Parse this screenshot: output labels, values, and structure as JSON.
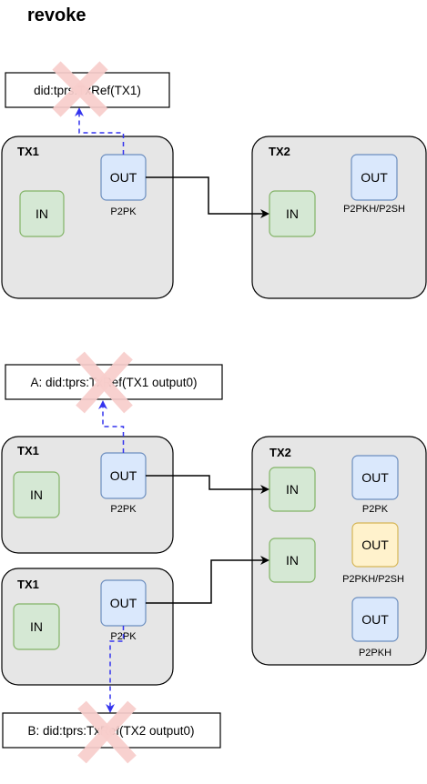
{
  "title": "revoke",
  "top": {
    "ref_label": "did:tprs:TxRef(TX1)",
    "tx1": {
      "label": "TX1",
      "in": "IN",
      "out": "OUT",
      "out_type": "P2PK"
    },
    "tx2": {
      "label": "TX2",
      "in": "IN",
      "out": "OUT",
      "out_type": "P2PKH/P2SH"
    }
  },
  "bottom": {
    "ref_a_label": "A: did:tprs:TxRef(TX1 output0)",
    "ref_b_label": "B: did:tprs:TxRef(TX2 output0)",
    "tx1a": {
      "label": "TX1",
      "in": "IN",
      "out": "OUT",
      "out_type": "P2PK"
    },
    "tx1b": {
      "label": "TX1",
      "in": "IN",
      "out": "OUT",
      "out_type": "P2PK"
    },
    "tx2": {
      "label": "TX2",
      "in1": "IN",
      "in2": "IN",
      "out1": "OUT",
      "out1_type": "P2PK",
      "out2": "OUT",
      "out2_type": "P2PKH/P2SH",
      "out3": "OUT",
      "out3_type": "P2PKH"
    }
  },
  "colors": {
    "tx_fill": "#e6e6e6",
    "in_fill": "#d5e8d4",
    "in_stroke": "#82b366",
    "out_fill": "#dae8fc",
    "out_stroke": "#6c8ebf",
    "out_yellow_fill": "#fff2cc",
    "out_yellow_stroke": "#d6b656",
    "dashed_arrow": "#3333ee",
    "cross": "#f8cecc"
  }
}
